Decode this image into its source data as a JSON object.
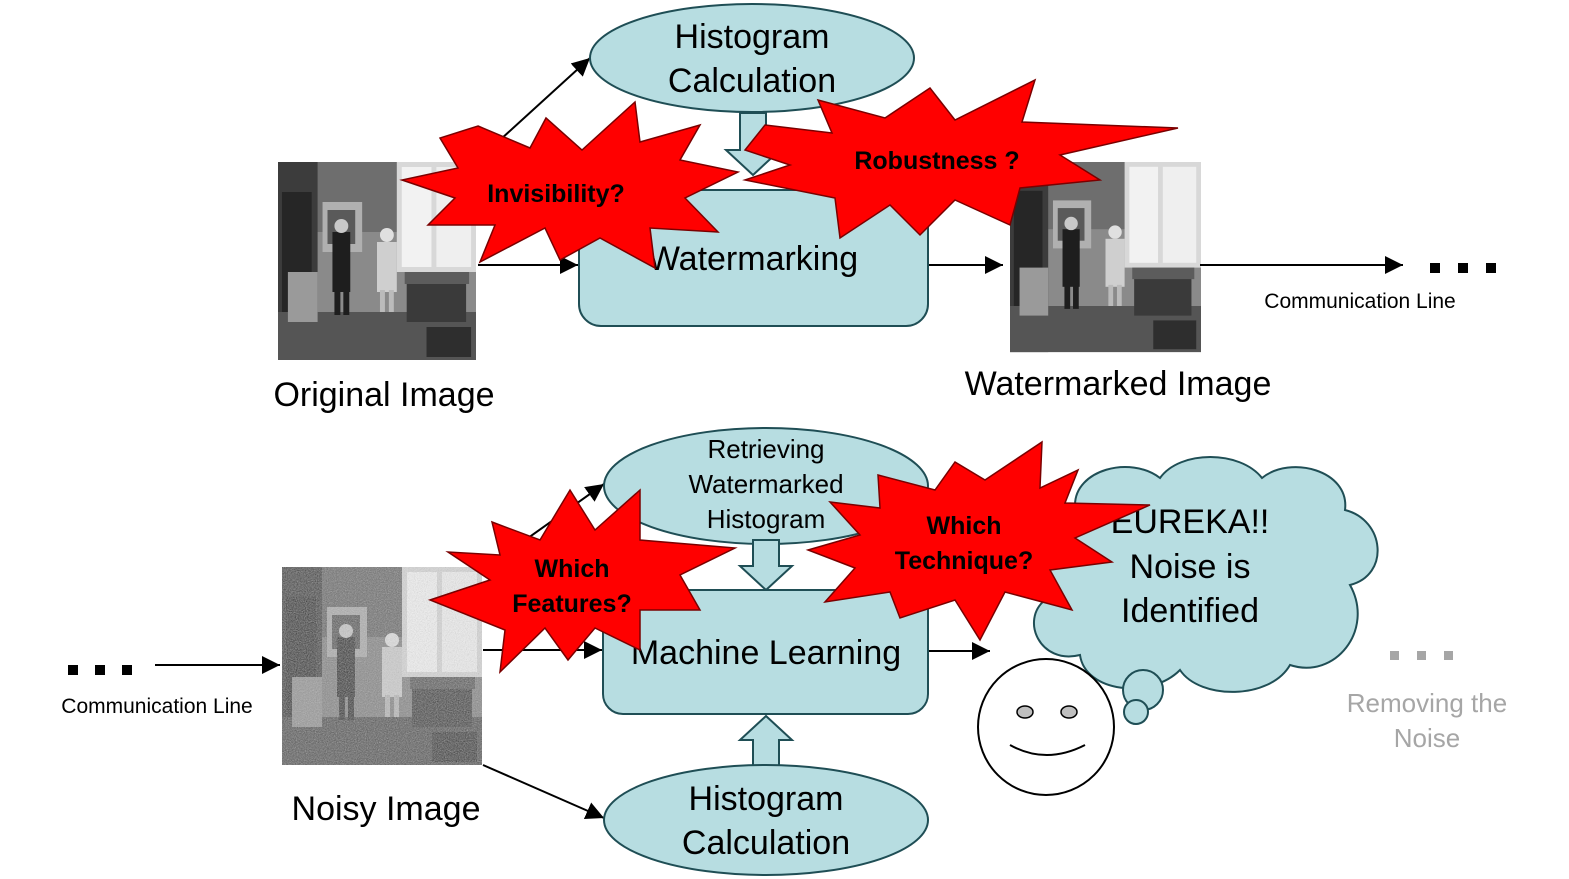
{
  "colors": {
    "shape_fill": "#b7dde1",
    "shape_stroke": "#1f4e55",
    "burst_fill": "#ff0000",
    "faded_text": "#a6a6a6"
  },
  "top": {
    "histogram_box": [
      "Histogram",
      "Calculation"
    ],
    "watermarking_box": "Watermarking",
    "original_caption": "Original Image",
    "watermarked_caption": "Watermarked Image",
    "comm_line": "Communication Line",
    "ellipsis": "...",
    "burst_invisibility": "Invisibility?",
    "burst_robustness": "Robustness ?"
  },
  "bottom": {
    "retrieving_box": [
      "Retrieving",
      "Watermarked",
      "Histogram"
    ],
    "ml_box": "Machine Learning",
    "histogram_box": [
      "Histogram",
      "Calculation"
    ],
    "noisy_caption": "Noisy Image",
    "comm_line": "Communication Line",
    "ellipsis": "...",
    "burst_features": [
      "Which",
      "Features?"
    ],
    "burst_technique": [
      "Which",
      "Technique?"
    ],
    "cloud_text": [
      "EUREKA!!",
      "Noise is",
      "Identified"
    ],
    "removing_noise": [
      "Removing the",
      "Noise"
    ],
    "grey_ellipsis": "..."
  },
  "icons": {
    "photo": "room-scene-photo",
    "smiley": "smiley-face-icon",
    "cloud": "thought-cloud"
  }
}
